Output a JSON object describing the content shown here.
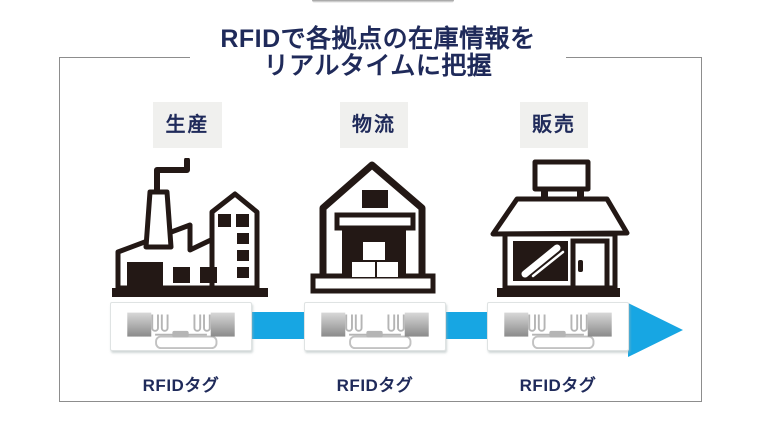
{
  "title": {
    "line1": "RFIDで各拠点の在庫情報を",
    "line2": "リアルタイムに把握"
  },
  "stages": [
    {
      "name": "production",
      "label": "生産",
      "icon": "factory-icon",
      "tag_label": "RFIDタグ"
    },
    {
      "name": "logistics",
      "label": "物流",
      "icon": "warehouse-icon",
      "tag_label": "RFIDタグ"
    },
    {
      "name": "sales",
      "label": "販売",
      "icon": "store-icon",
      "tag_label": "RFIDタグ"
    }
  ],
  "flow": {
    "direction": "left-to-right",
    "arrow_color": "#17a6e3"
  },
  "colors": {
    "title_navy": "#1f2a5a",
    "icon_ink": "#231815",
    "label_box_bg": "#f0f0ee",
    "frame_border": "#8d8d8d",
    "arrow_blue": "#17a6e3",
    "tag_metal_light": "#d8d8d8",
    "tag_metal_dark": "#8a8a8a"
  }
}
